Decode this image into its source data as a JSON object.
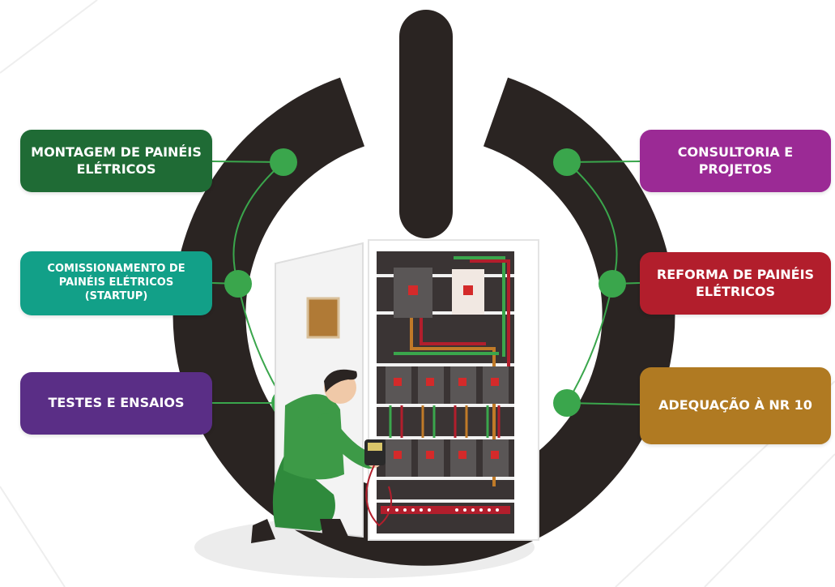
{
  "services": {
    "montagem": {
      "label": "MONTAGEM DE PAINÉIS ELÉTRICOS",
      "color": "#1f6b35"
    },
    "comissionamento": {
      "label": "COMISSIONAMENTO DE PAINÉIS ELÉTRICOS (STARTUP)",
      "color": "#12a088"
    },
    "testes": {
      "label": "TESTES E ENSAIOS",
      "color": "#5a2e86"
    },
    "consultoria": {
      "label": "CONSULTORIA E PROJETOS",
      "color": "#9b2a95"
    },
    "reforma": {
      "label": "REFORMA DE PAINÉIS ELÉTRICOS",
      "color": "#b21e2c"
    },
    "adequacao": {
      "label": "ADEQUAÇÃO À NR 10",
      "color": "#b07a22"
    }
  },
  "colors": {
    "power_ring": "#2a2422",
    "connector": "#3aa64c",
    "panel_back": "#3a3434",
    "worker_uniform": "#3d9a47"
  },
  "icons": [
    "power-symbol-icon",
    "electrical-panel-illustration",
    "technician-with-multimeter-illustration"
  ]
}
